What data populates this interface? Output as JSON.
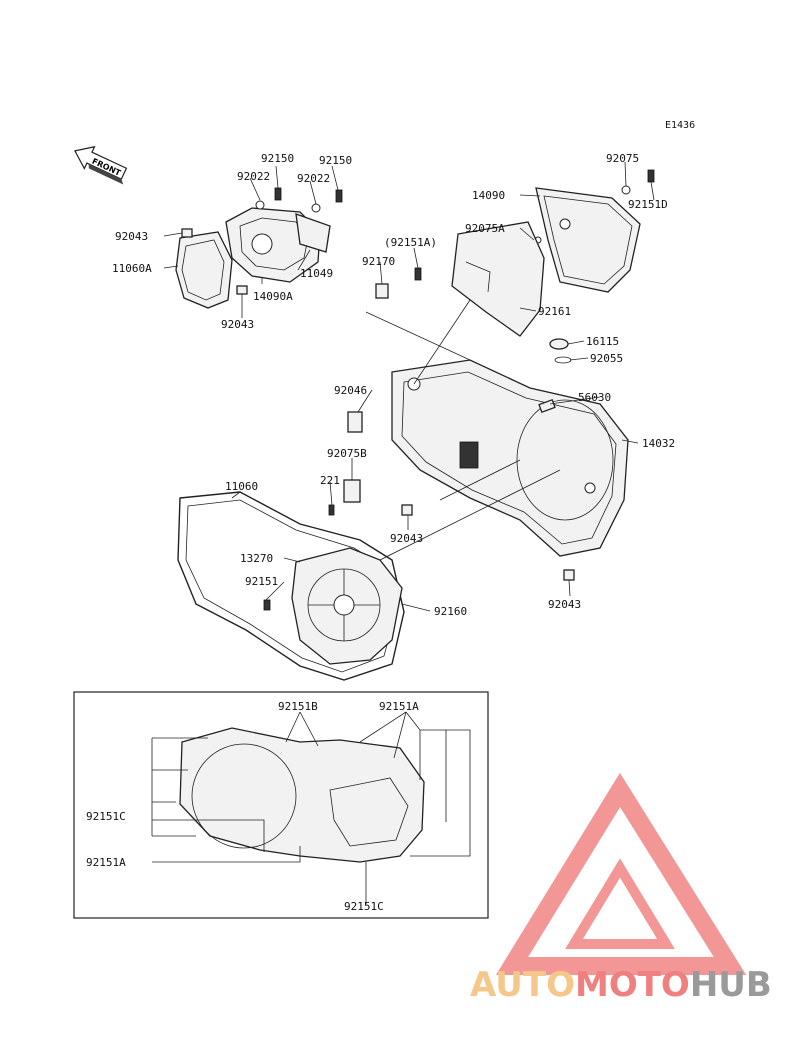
{
  "diagram": {
    "code": "E1436",
    "front_label": "FRONT",
    "labels": {
      "p92150a": "92150",
      "p92150b": "92150",
      "p92022a": "92022",
      "p92022b": "92022",
      "p92043a": "92043",
      "p11060a": "11060A",
      "p14090a": "14090A",
      "p11049": "11049",
      "p92043b": "92043",
      "p92075": "92075",
      "p14090": "14090",
      "p92151d": "92151D",
      "p92075a": "92075A",
      "p92151a_paren": "(92151A)",
      "p92170": "92170",
      "p92161": "92161",
      "p16115": "16115",
      "p92055": "92055",
      "p56030": "56030",
      "p92046": "92046",
      "p14032": "14032",
      "p92075b": "92075B",
      "p221": "221",
      "p11060": "11060",
      "p92043c": "92043",
      "p13270": "13270",
      "p92151": "92151",
      "p92160": "92160",
      "p92043d": "92043",
      "i92151b": "92151B",
      "i92151a_top": "92151A",
      "i92151c_left": "92151C",
      "i92151a_left": "92151A",
      "i92151c_bottom": "92151C"
    }
  },
  "watermark": {
    "part1": "AUTO",
    "part2": "MOTO",
    "part3": "HUB",
    "color1": "#f5c78a",
    "color2": "#f08080",
    "color3": "#9a9a9a",
    "logo_color": "#f18b8b"
  }
}
